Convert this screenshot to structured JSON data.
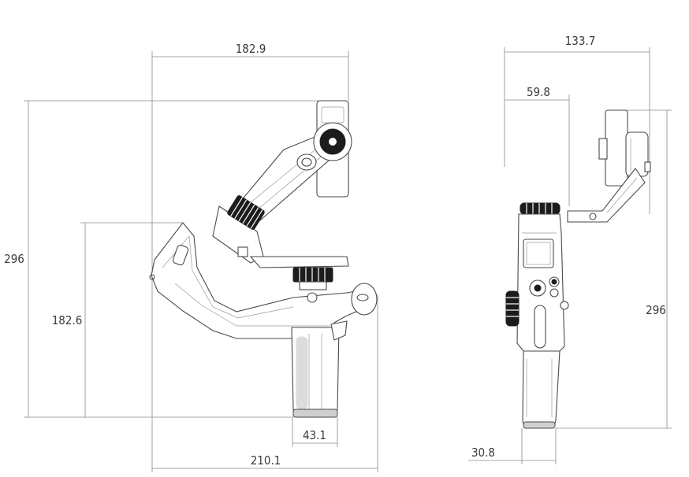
{
  "side_view": {
    "top_width": "182.9",
    "total_height": "296",
    "handle_height": "182.6",
    "grip_width": "43.1",
    "bottom_width": "210.1"
  },
  "front_view": {
    "total_width": "133.7",
    "arm_offset": "59.8",
    "total_height": "296",
    "base_width": "30.8"
  }
}
